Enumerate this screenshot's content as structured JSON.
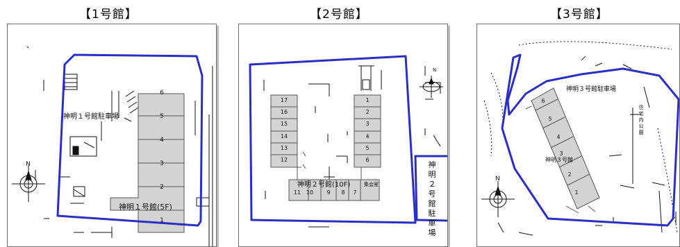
{
  "panels": [
    {
      "title": "【1号館】",
      "parking_label": "神明１号館駐車場",
      "building_label": "神明１号館(5F)",
      "units": [
        "6",
        "5",
        "4",
        "3",
        "2",
        "1"
      ],
      "compass_letter": "N"
    },
    {
      "title": "【2号館】",
      "building_label": "神明２号館(10F)",
      "hall_label": "集会室",
      "west_units": [
        "17",
        "16",
        "15",
        "14",
        "13",
        "12"
      ],
      "east_units": [
        "1",
        "2",
        "3",
        "4",
        "5",
        "6"
      ],
      "south_units": [
        "11",
        "10",
        "9",
        "8",
        "7"
      ],
      "parking_vertical": [
        "神",
        "明",
        "２",
        "号",
        "館",
        "駐",
        "車",
        "場"
      ],
      "compass_letter": "N"
    },
    {
      "title": "【3号館】",
      "parking_label": "神明３号館駐車場",
      "building_label": "神明３号館",
      "units": [
        "6",
        "5",
        "4",
        "3",
        "2",
        "1"
      ],
      "park_vertical": [
        "住",
        "宅",
        "内",
        "公",
        "園"
      ],
      "compass_letter": "N"
    }
  ],
  "colors": {
    "boundary": "#2a2fc4",
    "building_fill": "#d3d3d3",
    "line": "#111111"
  }
}
